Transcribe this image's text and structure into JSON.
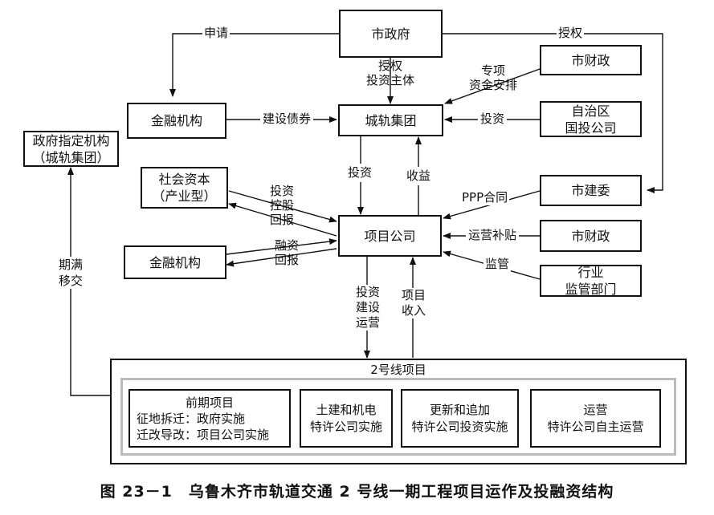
{
  "nodes": {
    "city_gov": "市政府",
    "finance_inst_top": "金融机构",
    "urban_rail_group": "城轨集团",
    "city_finance_top": "市财政",
    "region_invest": [
      "自治区",
      "国投公司"
    ],
    "gov_designated": [
      "政府指定机构",
      "（城轨集团）"
    ],
    "social_capital": [
      "社会资本",
      "（产业型）"
    ],
    "project_company": "项目公司",
    "city_construction": "市建委",
    "city_finance_mid": "市财政",
    "finance_inst_bottom": "金融机构",
    "industry_regulator": [
      "行业",
      "监管部门"
    ]
  },
  "edge_labels": {
    "apply": "申请",
    "authorize_right": "授权",
    "authorize_invest_subject": [
      "授权",
      "投资主体"
    ],
    "special_funds": [
      "专项",
      "资金安排"
    ],
    "construction_bonds": "建设债券",
    "investment_region": "投资",
    "investment_down": "投资",
    "returns_up": "收益",
    "invest_control_return": [
      "投资",
      "控股",
      "回报"
    ],
    "ppp_contract": "PPP合同",
    "operation_subsidy": "运营补贴",
    "financing_return": [
      "融资",
      "回报"
    ],
    "supervision": "监管",
    "invest_build_operate": [
      "投资",
      "建设",
      "运营"
    ],
    "project_income": [
      "项目",
      "收入"
    ],
    "expiry_transfer": [
      "期满",
      "移交"
    ]
  },
  "project": {
    "title": "2号线项目",
    "phases": [
      [
        "前期项目",
        "征地拆迁：政府实施",
        "迁改导改：项目公司实施"
      ],
      [
        "土建和机电",
        "特许公司实施"
      ],
      [
        "更新和追加",
        "特许公司投资实施"
      ],
      [
        "运营",
        "特许公司自主运营"
      ]
    ]
  },
  "caption": "图 23－1　乌鲁木齐市轨道交通 2 号线一期工程项目运作及投融资结构"
}
